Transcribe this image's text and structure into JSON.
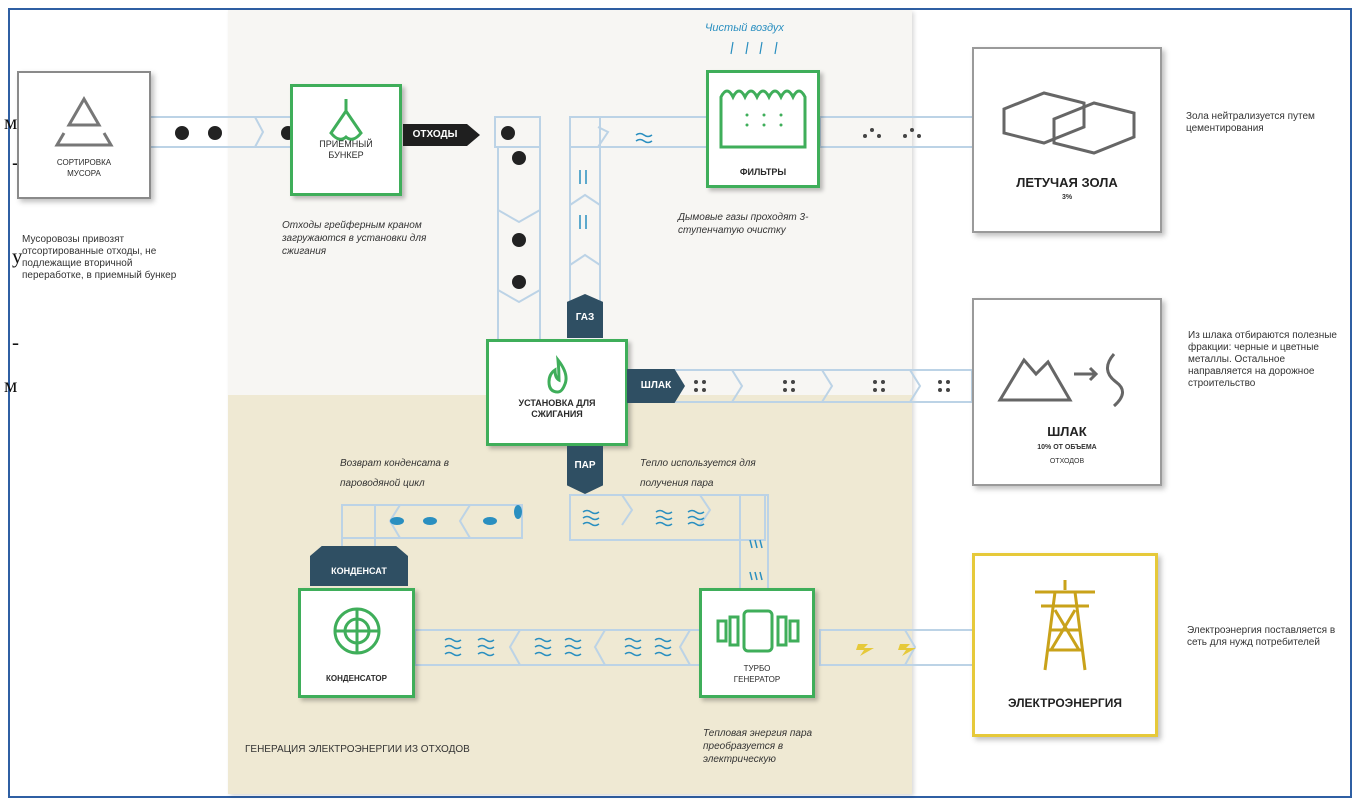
{
  "top_text": "Чистый воздух",
  "left_fragments": [
    "ма",
    "-",
    "у",
    "-",
    "м"
  ],
  "boxes": {
    "sorting": "СОРТИРОВКА МУСОРА",
    "bunker": "ПРИЕМНЫЙ БУНКЕР",
    "filters": "ФИЛЬТРЫ",
    "incinerator": "УСТАНОВКА ДЛЯ СЖИГАНИЯ",
    "condenser": "КОНДЕНСАТОР",
    "turbo": "ТУРБО ГЕНЕРАТОР",
    "fly_ash": "ЛЕТУЧАЯ ЗОЛА",
    "fly_ash_pct": "3%",
    "slag": "ШЛАК",
    "slag_sub": "10% ОТ ОБЪЕМА",
    "slag_sub2": "ОТХОДОВ",
    "electricity": "ЭЛЕКТРОЭНЕРГИЯ"
  },
  "tags": {
    "waste": "ОТХОДЫ",
    "gas": "ГАЗ",
    "slag": "ШЛАК",
    "steam": "ПАР",
    "condensate": "КОНДЕНСАТ"
  },
  "notes": {
    "trucks": "Мусоровозы привозят отсортированные отходы, не подлежащие вторичной переработке, в приемный бункер",
    "crane": "Отходы грейферным краном загружаются в установки для сжигания",
    "smoke": "Дымовые газы проходят 3-ступенчатую очистку",
    "condensate_return": "Возврат конденсата в пароводяной цикл",
    "heat_use": "Тепло используется для получения пара",
    "thermal": "Тепловая энергия пара преобразуется в электрическую",
    "generation": "ГЕНЕРАЦИЯ ЭЛЕКТРОЭНЕРГИИ ИЗ ОТХОДОВ",
    "ash_note": "Зола нейтрализуется путем цементирования",
    "slag_note": "Из шлака отбираются полезные фракции: черные и цветные металлы. Остальное направляется на дорожное строительство",
    "power_note": "Электроэнергия поставляется в сеть для нужд потребителей"
  },
  "colors": {
    "green": "#3fae5a",
    "pipe": "#bcd3e6",
    "tag": "#2f4f63",
    "yellow": "#e6c93a",
    "drop": "#2a8fc0"
  }
}
